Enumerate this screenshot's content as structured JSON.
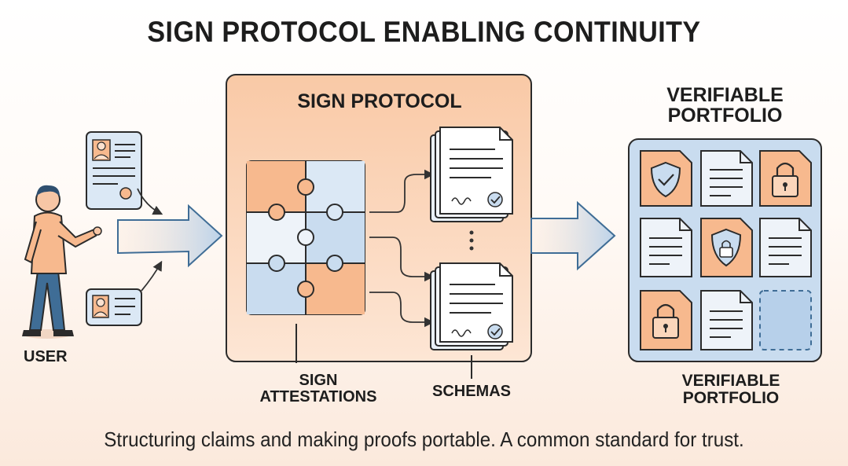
{
  "title": "SIGN PROTOCOL ENABLING CONTINUITY",
  "panel_title": "SIGN PROTOCOL",
  "portfolio_title": "VERIFIABLE PORTFOLIO",
  "user_label": "USER",
  "sign_attestations_label": "SIGN ATTESTATIONS",
  "schemas_label": "SCHEMAS",
  "portfolio_bottom_label": "VERIFIABLE PORTFOLIO",
  "caption": "Structuring claims and making proofs portable. A common standard for trust.",
  "colors": {
    "orange": "#f7b98e",
    "blue": "#c9dcef",
    "dark_blue": "#3f6d96",
    "outline": "#2b2b2b"
  },
  "icons": [
    "user-figure-icon",
    "id-card-icon",
    "puzzle-icon",
    "document-stack-icon",
    "shield-check-icon",
    "document-icon",
    "padlock-icon",
    "shield-lock-icon",
    "arrow-icon"
  ]
}
